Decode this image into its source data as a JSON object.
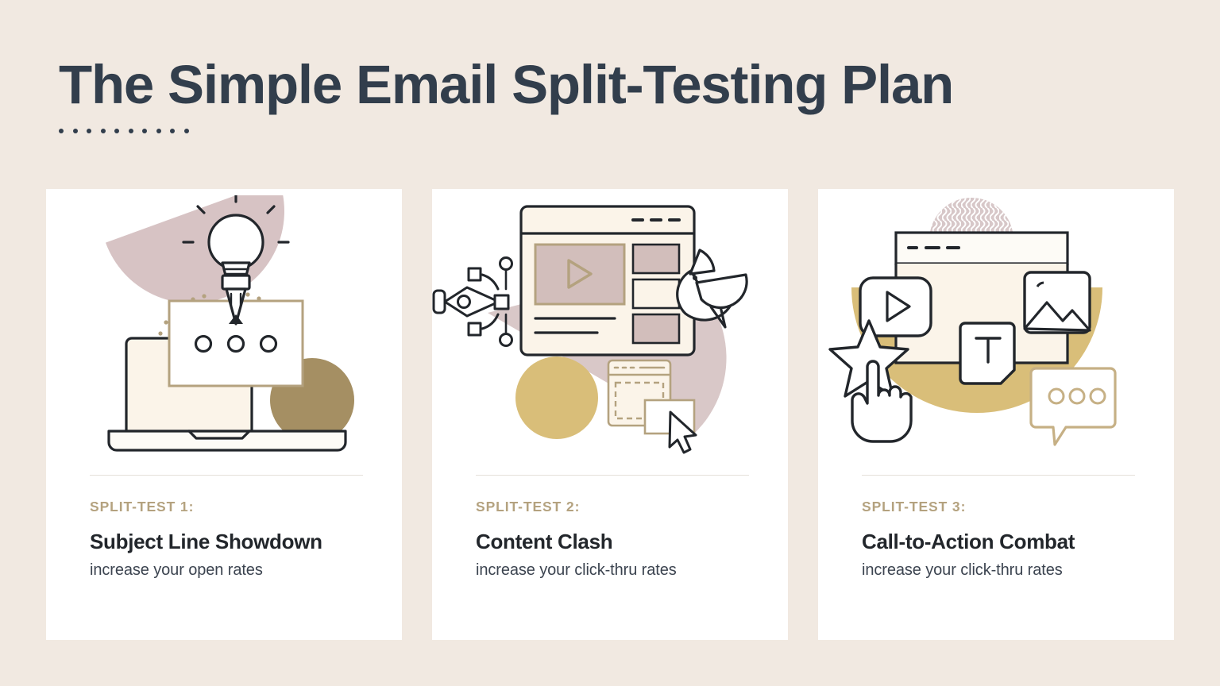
{
  "header": {
    "title": "The Simple Email Split-Testing Plan",
    "dot_count": 10,
    "dot_color": "#323E4C"
  },
  "palette": {
    "background": "#F1E9E1",
    "card_background": "#FFFFFF",
    "title_navy": "#323E4C",
    "kicker_gold": "#B4A27F",
    "accent_gold": "#D8BE7E",
    "accent_pink": "#D6C2C2",
    "accent_tan": "#A08A5E",
    "ink": "#22262B",
    "cream_fill": "#FBF4E9",
    "divider": "#E5E0D9"
  },
  "cards": [
    {
      "kicker": "SPLIT-TEST 1:",
      "title": "Subject Line Showdown",
      "subtitle": "increase your open rates",
      "illustration": "lightbulb-pencil-laptop"
    },
    {
      "kicker": "SPLIT-TEST 2:",
      "title": "Content Clash",
      "subtitle": "increase your click-thru rates",
      "illustration": "browser-video-bird-dragdrop"
    },
    {
      "kicker": "SPLIT-TEST 3:",
      "title": "Call-to-Action Combat",
      "subtitle": "increase your click-thru rates",
      "illustration": "browser-media-star-hand-chat"
    }
  ]
}
